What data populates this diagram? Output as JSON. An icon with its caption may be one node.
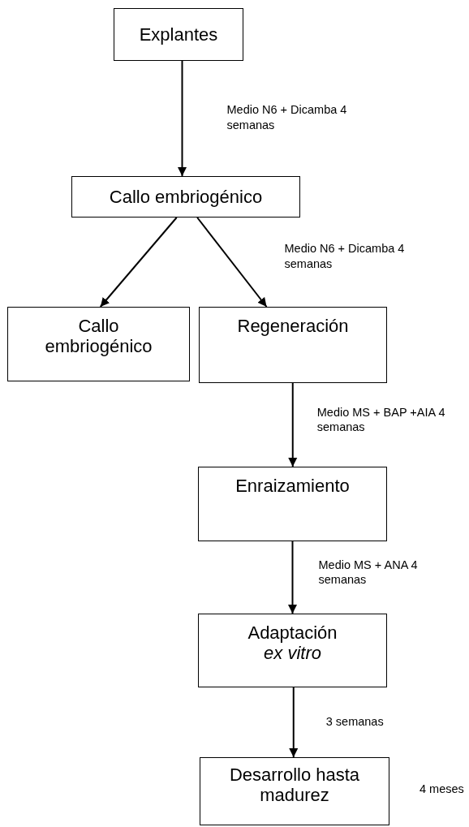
{
  "diagram": {
    "nodes": [
      {
        "text": [
          "Explantes"
        ]
      },
      {
        "text": [
          "Callo embriogénico"
        ]
      },
      {
        "text": [
          "Callo embriogénico"
        ]
      },
      {
        "text": [
          "Regeneración"
        ]
      },
      {
        "text": [
          "Enraizamiento"
        ]
      },
      {
        "text": [
          "Adaptación *ex vitro*"
        ]
      },
      {
        "text": [
          "Desarrollo hasta madurez"
        ],
        "beside": [
          "4 meses"
        ]
      }
    ],
    "edges": [
      {
        "from": 0,
        "to": 1,
        "arrow": "to",
        "label": "Medio N6 + Dicamba 4 semanas"
      },
      {
        "from": 1,
        "to": 2,
        "arrow": "to"
      },
      {
        "from": 1,
        "to": 3,
        "arrow": "to",
        "label": "Medio N6 + Dicamba 4 semanas"
      },
      {
        "from": 3,
        "to": 4,
        "arrow": "to",
        "label": "Medio MS + BAP +AIA 4 semanas"
      },
      {
        "from": 4,
        "to": 5,
        "arrow": "to",
        "label": "Medio MS + ANA 4 semanas"
      },
      {
        "from": 5,
        "to": 6,
        "arrow": "to",
        "label": "3 semanas"
      }
    ]
  }
}
